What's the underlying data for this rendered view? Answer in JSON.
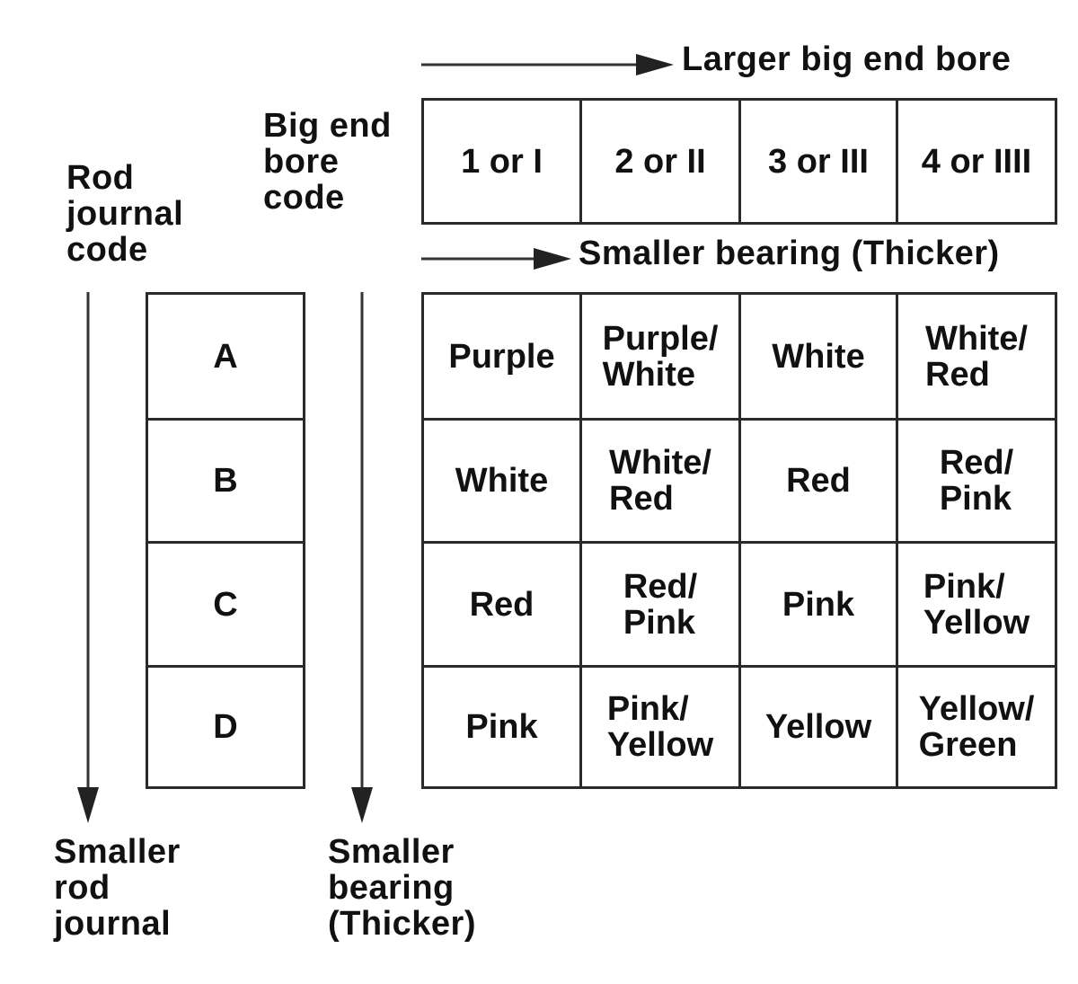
{
  "top_arrow_label": "Larger big end bore",
  "mid_arrow_label": "Smaller bearing (Thicker)",
  "big_end_label": "Big end\nbore\ncode",
  "rod_journal_label": "Rod\njournal\ncode",
  "bottom_left_label": "Smaller\nrod\njournal",
  "bottom_mid_label": "Smaller\nbearing\n(Thicker)",
  "bore_codes": [
    "1 or I",
    "2 or II",
    "3 or III",
    "4 or IIII"
  ],
  "rod_codes": [
    "A",
    "B",
    "C",
    "D"
  ],
  "bearing_colors": [
    [
      "Purple",
      "Purple/\nWhite",
      "White",
      "White/\nRed"
    ],
    [
      "White",
      "White/\nRed",
      "Red",
      "Red/\nPink"
    ],
    [
      "Red",
      "Red/\nPink",
      "Pink",
      "Pink/\nYellow"
    ],
    [
      "Pink",
      "Pink/\nYellow",
      "Yellow",
      "Yellow/\nGreen"
    ]
  ]
}
